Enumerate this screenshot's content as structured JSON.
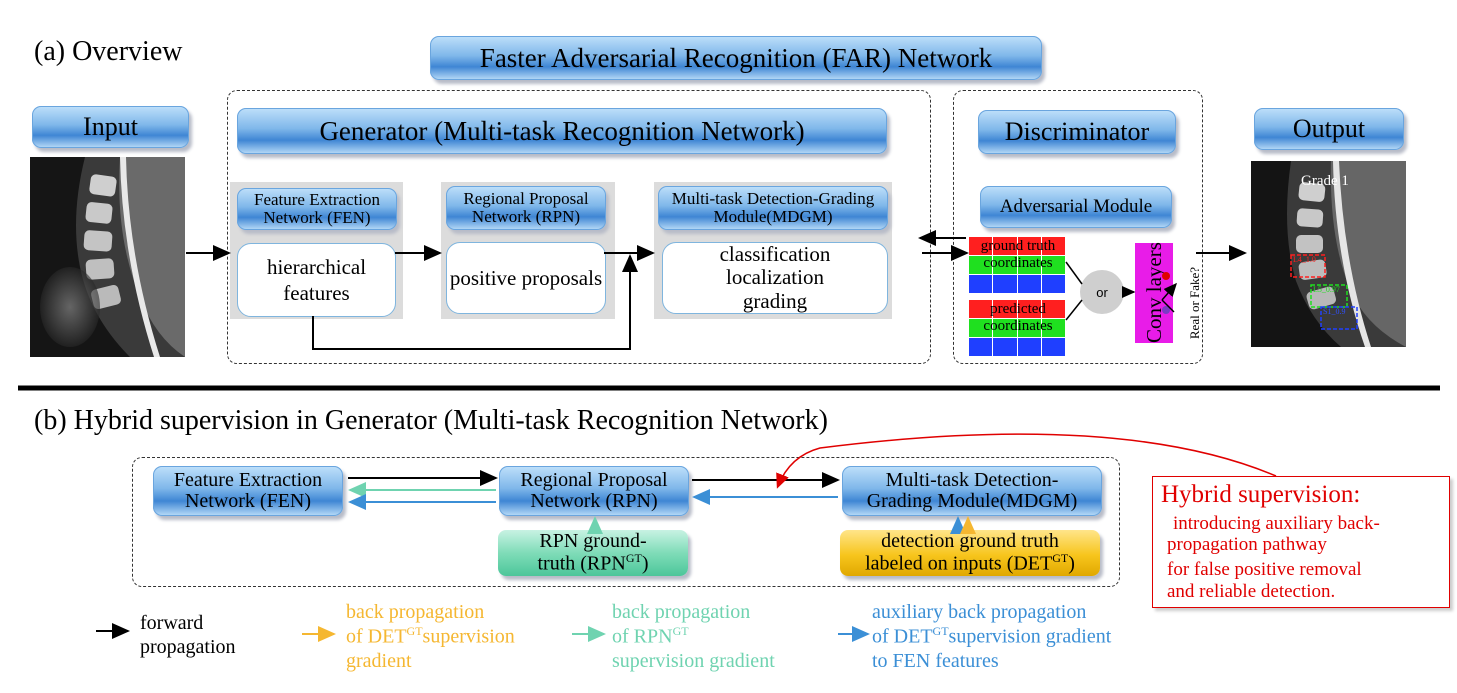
{
  "section_a": {
    "title": "(a) Overview"
  },
  "section_b": {
    "title": "(b) Hybrid supervision in Generator (Multi-task Recognition Network)"
  },
  "far": {
    "title": "Faster Adversarial Recognition (FAR) Network"
  },
  "input": {
    "title": "Input"
  },
  "output": {
    "title": "Output",
    "grade_label": "Grade 1",
    "box_label_1": "L4_1.0",
    "box_label_2": "L5_0.97",
    "box_label_3": "S1_0.9"
  },
  "generator": {
    "title": "Generator (Multi-task Recognition Network)",
    "fen": {
      "title": "Feature Extraction Network (FEN)",
      "content": "hierarchical features"
    },
    "rpn": {
      "title": "Regional Proposal Network (RPN)",
      "content": "positive proposals"
    },
    "mdgm": {
      "title": "Multi-task Detection-Grading Module(MDGM)",
      "content_line1": "classification",
      "content_line2": "localization",
      "content_line3": "grading"
    }
  },
  "discriminator": {
    "title": "Discriminator",
    "adversarial": "Adversarial Module",
    "gt_coords_line1": "ground truth",
    "gt_coords_line2": "coordinates",
    "pred_coords_line1": "predicted",
    "pred_coords_line2": "coordinates",
    "or": "or",
    "conv": "Conv layers",
    "real_fake": "Real or Fake?"
  },
  "hybrid": {
    "fen_line1": "Feature Extraction",
    "fen_line2": "Network (FEN)",
    "rpn_line1": "Regional Proposal",
    "rpn_line2": "Network (RPN)",
    "mdgm_line1": "Multi-task Detection-",
    "mdgm_line2": "Grading Module(MDGM)",
    "rpn_gt_line1": "RPN ground-",
    "rpn_gt_line2": "truth (RPN",
    "rpn_gt_sup": "GT",
    "rpn_gt_end": ")",
    "det_gt_line1": "detection ground truth",
    "det_gt_line2": "labeled on inputs (DET",
    "det_gt_sup": "GT",
    "det_gt_end": ")",
    "callout_title": "Hybrid supervision:",
    "callout_line1": "introducing auxiliary back-",
    "callout_line2": "propagation pathway",
    "callout_line3": "for false positive removal",
    "callout_line4": "and reliable detection."
  },
  "legend": {
    "forward_line1": "forward",
    "forward_line2": "propagation",
    "det_line1": "back propagation",
    "det_line2a": "of DET",
    "det_sup": "GT",
    "det_line2b": "supervision",
    "det_line3": "gradient",
    "rpn_line1": "back propagation",
    "rpn_line2a": "of RPN",
    "rpn_sup": "GT",
    "rpn_line3": "supervision gradient",
    "aux_line1": "auxiliary back propagation",
    "aux_line2a": "of DET",
    "aux_sup": "GT",
    "aux_line2b": "supervision gradient",
    "aux_line3": "to FEN features"
  },
  "colors": {
    "forward": "#000000",
    "det_back": "#f5b731",
    "rpn_back": "#6fd3b0",
    "aux_back": "#3b8fd6",
    "hybrid_red": "#e00000",
    "grid_red": "#ff1f1f",
    "grid_green": "#1fe01f",
    "grid_blue": "#1f3fff",
    "conv_magenta": "#e81ce8"
  }
}
